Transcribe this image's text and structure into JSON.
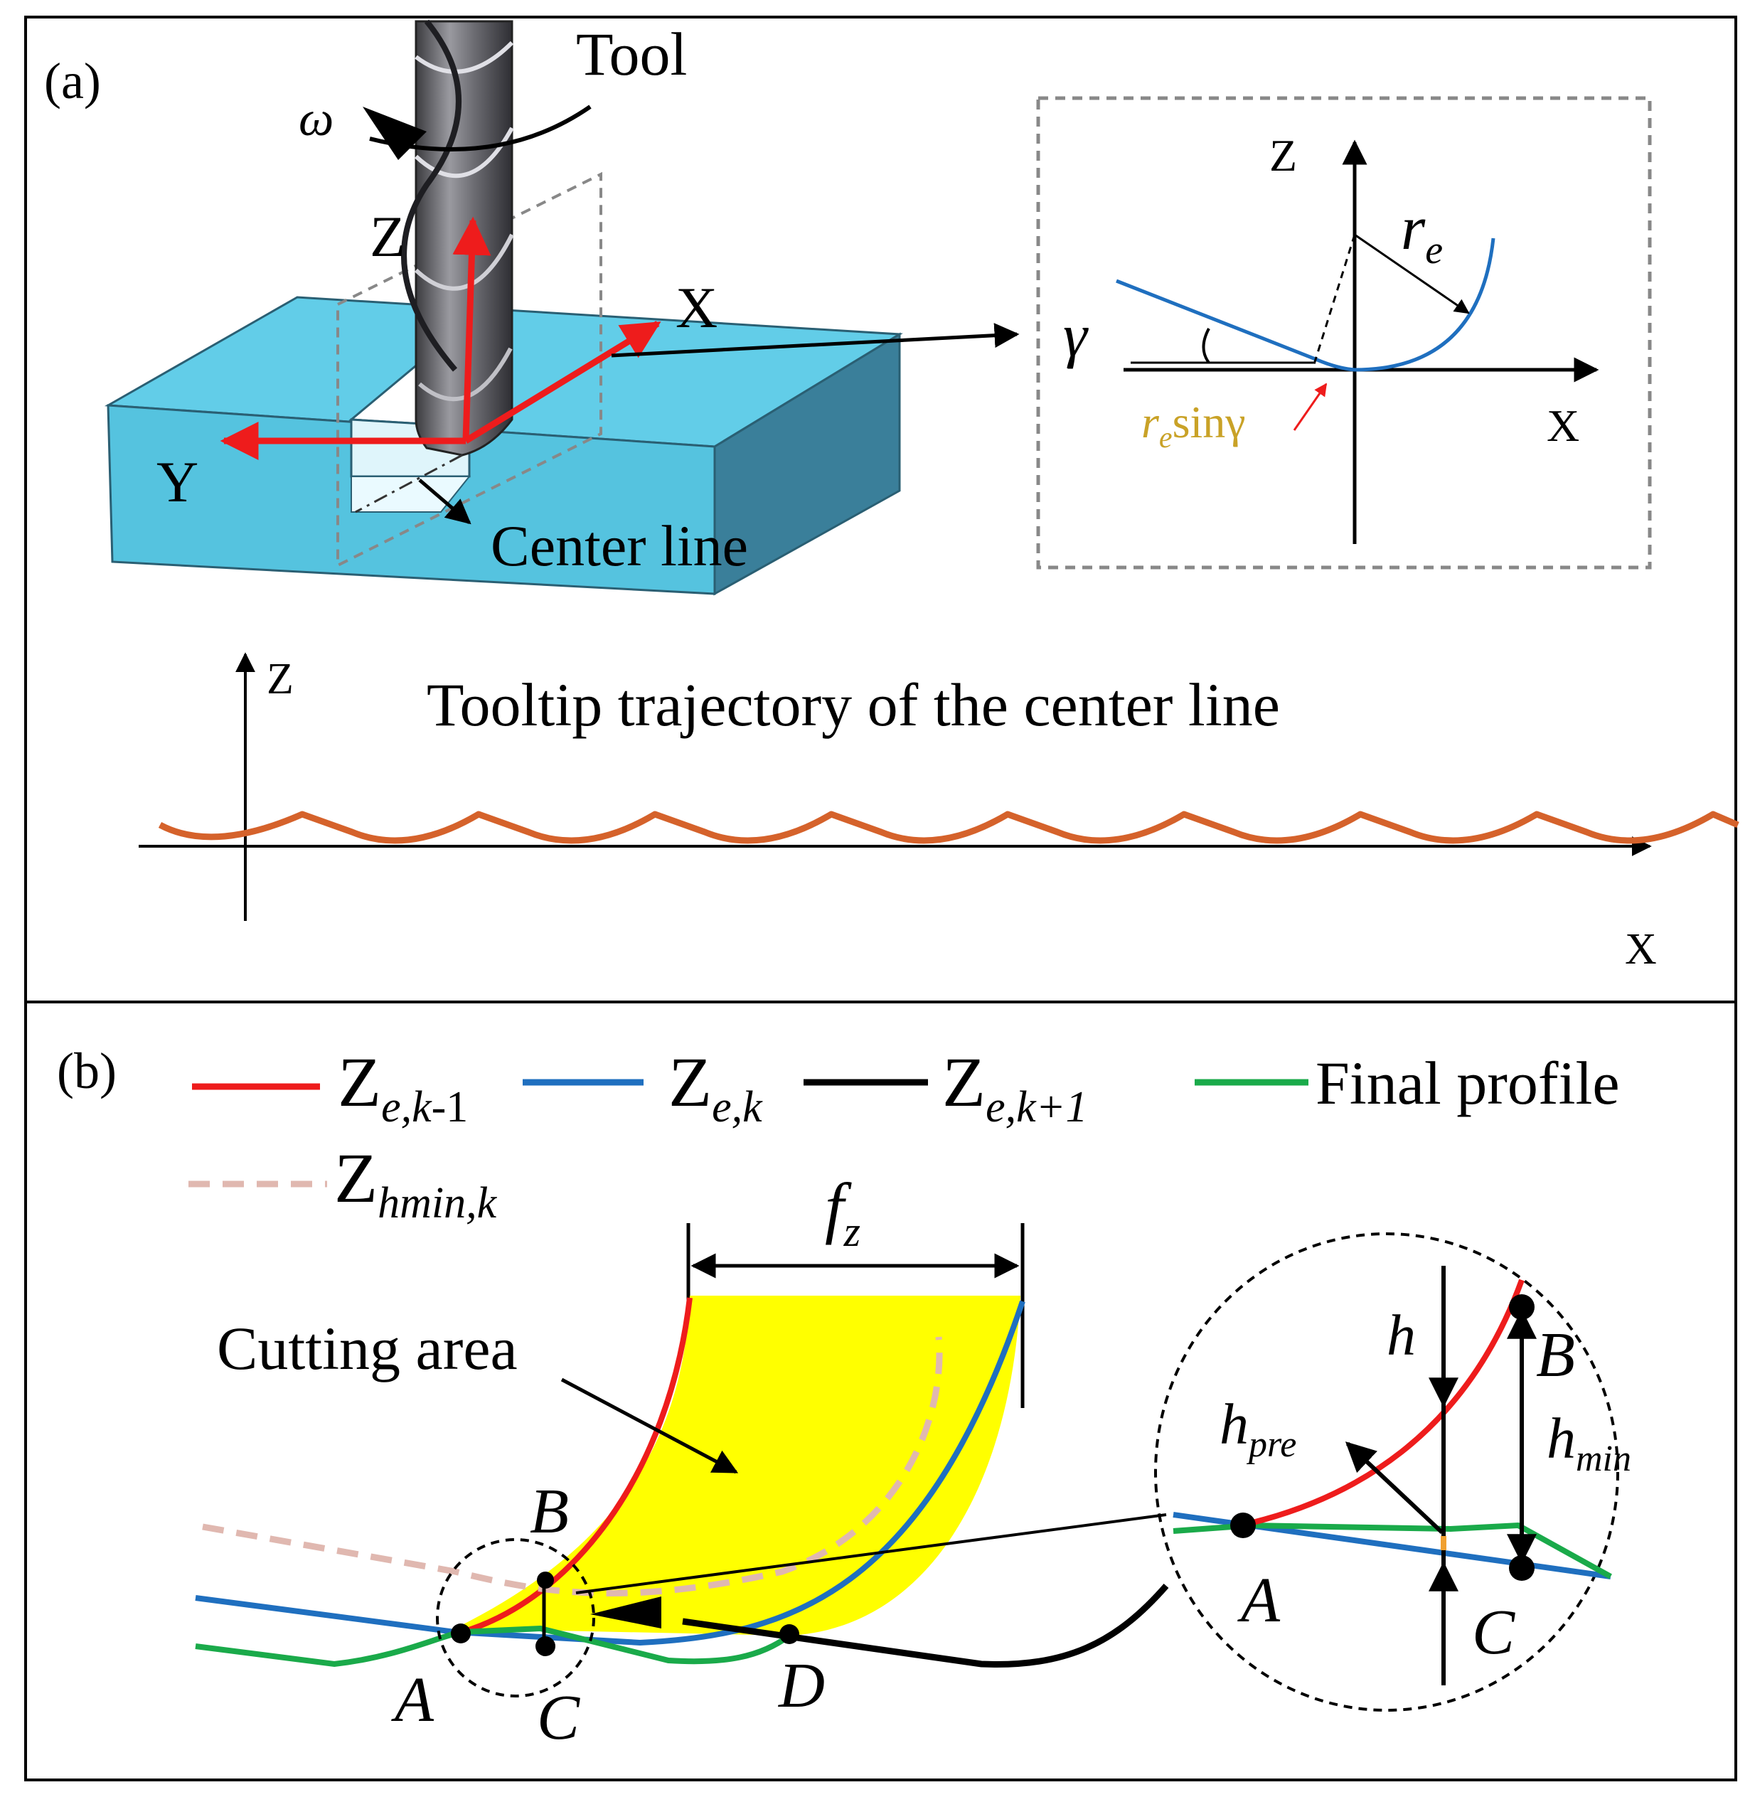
{
  "panel_a": {
    "label": "(a)",
    "tool_label": "Tool",
    "omega": "ω",
    "axis_z": "Z",
    "axis_x": "X",
    "axis_y": "Y",
    "center_line_label": "Center line",
    "inset": {
      "axis_z": "Z",
      "axis_x": "X",
      "radius_r": "r",
      "radius_sub": "e",
      "angle": "γ",
      "rsin_r": "r",
      "rsin_sub": "e",
      "rsin_rest": "sinγ"
    },
    "trajectory": {
      "title": "Tooltip trajectory of the center line",
      "axis_z": "Z",
      "axis_x": "X"
    }
  },
  "panel_b": {
    "label": "(b)",
    "legend": [
      {
        "base": "Z",
        "sub": "e,k",
        "tail": "-1",
        "color": "#ee1c1c",
        "style": "solid"
      },
      {
        "base": "Z",
        "sub": "e,k",
        "tail": "",
        "color": "#1f6fbf",
        "style": "solid"
      },
      {
        "base": "Z",
        "sub": "e,k+1",
        "tail": "",
        "color": "#000000",
        "style": "solid"
      },
      {
        "base": "",
        "sub": "",
        "tail": "Final profile",
        "color": "#1aaa4a",
        "style": "solid"
      },
      {
        "base": "Z",
        "sub": "hmin,k",
        "tail": "",
        "color": "#e0b8b0",
        "style": "dashed"
      }
    ],
    "fz_f": "f",
    "fz_sub": "z",
    "cutting_area": "Cutting area",
    "points": {
      "A": "A",
      "B": "B",
      "C": "C",
      "D": "D"
    },
    "zoom": {
      "A": "A",
      "B": "B",
      "C": "C",
      "h": "h",
      "hpre_h": "h",
      "hpre_sub": "pre",
      "hmin_h": "h",
      "hmin_sub": "min"
    }
  },
  "colors": {
    "workpiece_top": "#62cde8",
    "workpiece_front": "#55c3df",
    "workpiece_side": "#3a7f9a",
    "axes_red": "#ee1c1c",
    "trajectory": "#d5622b",
    "cutting_fill": "#ffff00",
    "inset_curve": "#1f6fbf",
    "inset_label": "#c9a227"
  }
}
